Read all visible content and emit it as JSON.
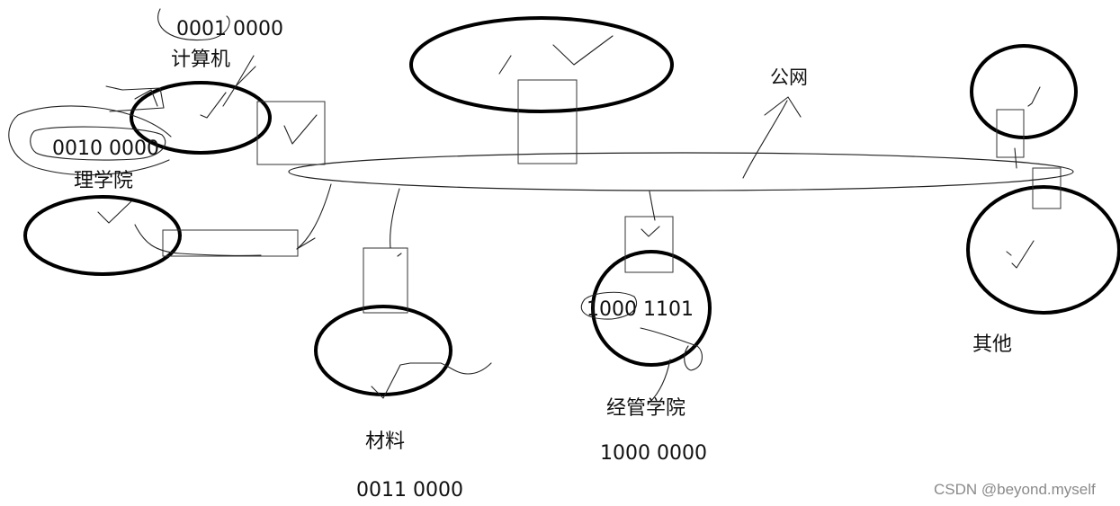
{
  "nodes": {
    "computer": {
      "label": "计算机",
      "address": "0001 0000"
    },
    "science": {
      "label": "理学院",
      "address": "0010 0000"
    },
    "public_net": {
      "label": "公网"
    },
    "materials": {
      "label": "材料",
      "address": "0011 0000"
    },
    "economics": {
      "label": "经管学院",
      "address_top": "1000 1101",
      "address_bottom": "1000 0000"
    },
    "other": {
      "label": "其他"
    }
  },
  "watermark": "CSDN @beyond.myself",
  "colors": {
    "ink": "#111111",
    "watermark": "#8a8a8a"
  }
}
